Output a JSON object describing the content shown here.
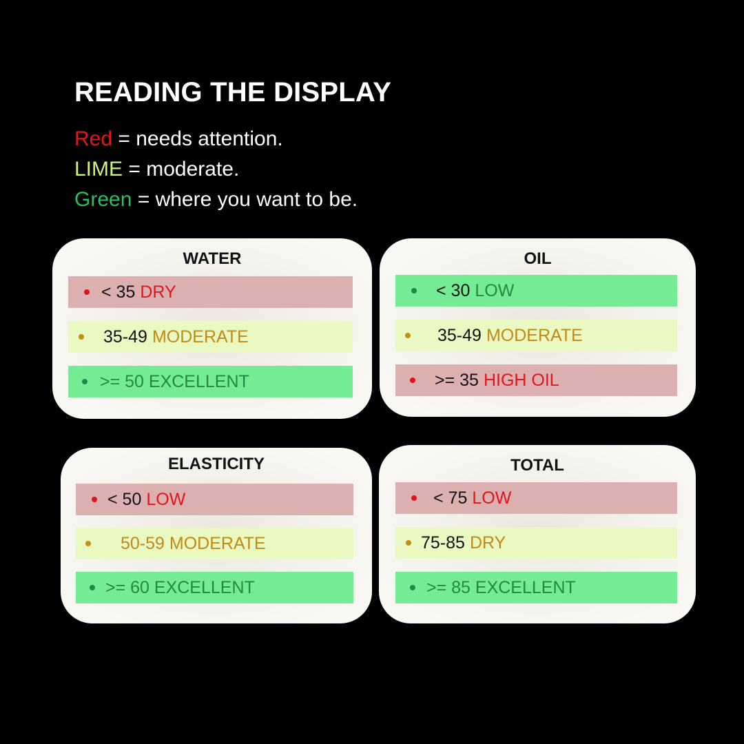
{
  "title": "READING THE DISPLAY",
  "legend": [
    {
      "keyword": "Red",
      "text": " = needs attention.",
      "color": "#e0161b"
    },
    {
      "keyword": "LIME",
      "text": " = moderate.",
      "color": "#c8f77a"
    },
    {
      "keyword": "Green",
      "text": " = where you want to be.",
      "color": "#26c25a"
    }
  ],
  "cards": {
    "water": {
      "title": "WATER",
      "rows": [
        {
          "range": "< 35",
          "label": "DRY",
          "status": "red"
        },
        {
          "range": "35-49",
          "label": "MODERATE",
          "status": "lime"
        },
        {
          "range": ">= 50 EXCELLENT",
          "label": "",
          "status": "green"
        }
      ]
    },
    "oil": {
      "title": "OIL",
      "rows": [
        {
          "range": "< 30",
          "label": "LOW",
          "status": "green"
        },
        {
          "range": "35-49",
          "label": "MODERATE",
          "status": "lime"
        },
        {
          "range": ">= 35",
          "label": "HIGH OIL",
          "status": "red"
        }
      ]
    },
    "elasticity": {
      "title": "ELASTICITY",
      "rows": [
        {
          "range": "< 50",
          "label": "LOW",
          "status": "red"
        },
        {
          "range": "50-59 MODERATE",
          "label": "",
          "status": "lime"
        },
        {
          "range": ">= 60 EXCELLENT",
          "label": "",
          "status": "green"
        }
      ]
    },
    "total": {
      "title": "TOTAL",
      "rows": [
        {
          "range": "< 75",
          "label": "LOW",
          "status": "red"
        },
        {
          "range": "75-85",
          "label": "DRY",
          "status": "lime"
        },
        {
          "range": ">= 85 EXCELLENT",
          "label": "",
          "status": "green"
        }
      ]
    }
  },
  "colors": {
    "red_text": "#e0161b",
    "moderate_text": "#c08a17",
    "excellent_text": "#24893f",
    "red_row": "#dcb0b0",
    "lime_row": "#eaf8c2",
    "green_row": "#74ec93"
  }
}
